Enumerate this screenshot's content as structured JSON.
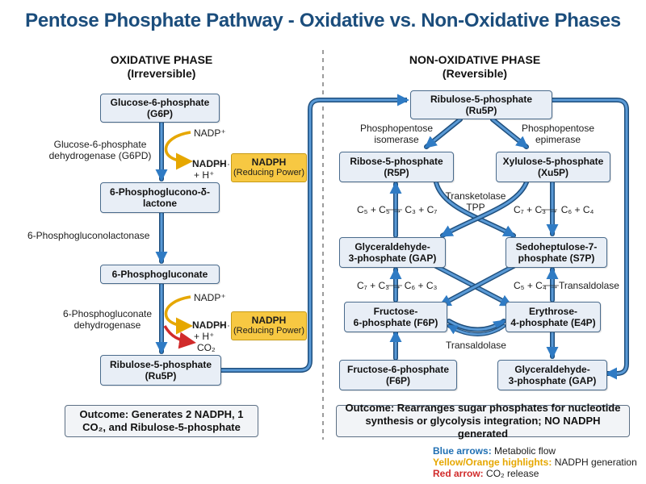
{
  "title": "Pentose Phosphate Pathway - Oxidative vs. Non-Oxidative Phases",
  "oxidative": {
    "heading": "OXIDATIVE PHASE",
    "subheading": "(Irreversible)",
    "nodes": {
      "g6p": [
        "Glucose-6-phosphate",
        "(G6P)"
      ],
      "lactone": [
        "6-Phosphoglucono-δ-",
        "lactone"
      ],
      "phosphogluconate": [
        "6-Phosphogluconate"
      ],
      "ru5p": [
        "Ribulose-5-phosphate",
        "(Ru5P)"
      ]
    },
    "enzymes": {
      "g6pd": [
        "Glucose-6-phosphate",
        "dehydrogenase (G6PD)"
      ],
      "lactonase": "6-Phosphogluconolactonase",
      "pgd": [
        "6-Phosphogluconate",
        "dehydrogenase"
      ]
    },
    "cofactors": {
      "nadp_plus": "NADP⁺",
      "nadph": "NADPH",
      "h_plus": "+ H⁺",
      "co2": "CO₂"
    },
    "nadph_badge": {
      "title": "NADPH",
      "subtitle": "(Reducing Power)"
    },
    "outcome": "Outcome: Generates 2 NADPH, 1 CO₂, and Ribulose-5-phosphate"
  },
  "non_oxidative": {
    "heading": "NON-OXIDATIVE PHASE",
    "subheading": "(Reversible)",
    "nodes": {
      "ru5p": [
        "Ribulose-5-phosphate",
        "(Ru5P)"
      ],
      "r5p": [
        "Ribose-5-phosphate",
        "(R5P)"
      ],
      "xu5p": [
        "Xylulose-5-phosphate",
        "(Xu5P)"
      ],
      "gap": [
        "Glyceraldehyde-",
        "3-phosphate (GAP)"
      ],
      "s7p": [
        "Sedoheptulose-7-",
        "phosphate (S7P)"
      ],
      "f6p": [
        "Fructose-",
        "6-phosphate (F6P)"
      ],
      "e4p": [
        "Erythrose-",
        "4-phosphate (E4P)"
      ],
      "f6p_final": [
        "Fructose-6-phosphate",
        "(F6P)"
      ],
      "gap_final": [
        "Glyceraldehyde-",
        "3-phosphate (GAP)"
      ]
    },
    "enzymes": {
      "isomerase": [
        "Phosphopentose",
        "isomerase"
      ],
      "epimerase": [
        "Phosphopentose",
        "epimerase"
      ],
      "transketolase": [
        "Transketolase",
        "TPP"
      ],
      "transaldolase_right": "Transaldolase",
      "transaldolase_bottom": "Transaldolase"
    },
    "equations": {
      "left_top": "C₅ + C₅ → C₃ + C₇",
      "right_top": "C₇ + C₃ → C₆ + C₄",
      "left_mid": "C₇ + C₃ → C₆ + C₃",
      "right_mid": "C₅ + C₄ →"
    },
    "outcome": "Outcome: Rearranges sugar phosphates for nucleotide synthesis or glycolysis integration; NO NADPH generated"
  },
  "legend": {
    "blue_key": "Blue arrows:",
    "blue_text": " Metabolic flow",
    "yellow_key": "Yellow/Orange highlights:",
    "yellow_text": " NADPH generation",
    "red_key": "Red arrow:",
    "red_text": " CO₂ release"
  },
  "colors": {
    "flow_blue": "#2f7bc4",
    "title_blue": "#1b4d7c",
    "nadph_yellow": "#f7c842",
    "co2_red": "#d12b2b",
    "node_fill": "#e8eef6"
  }
}
